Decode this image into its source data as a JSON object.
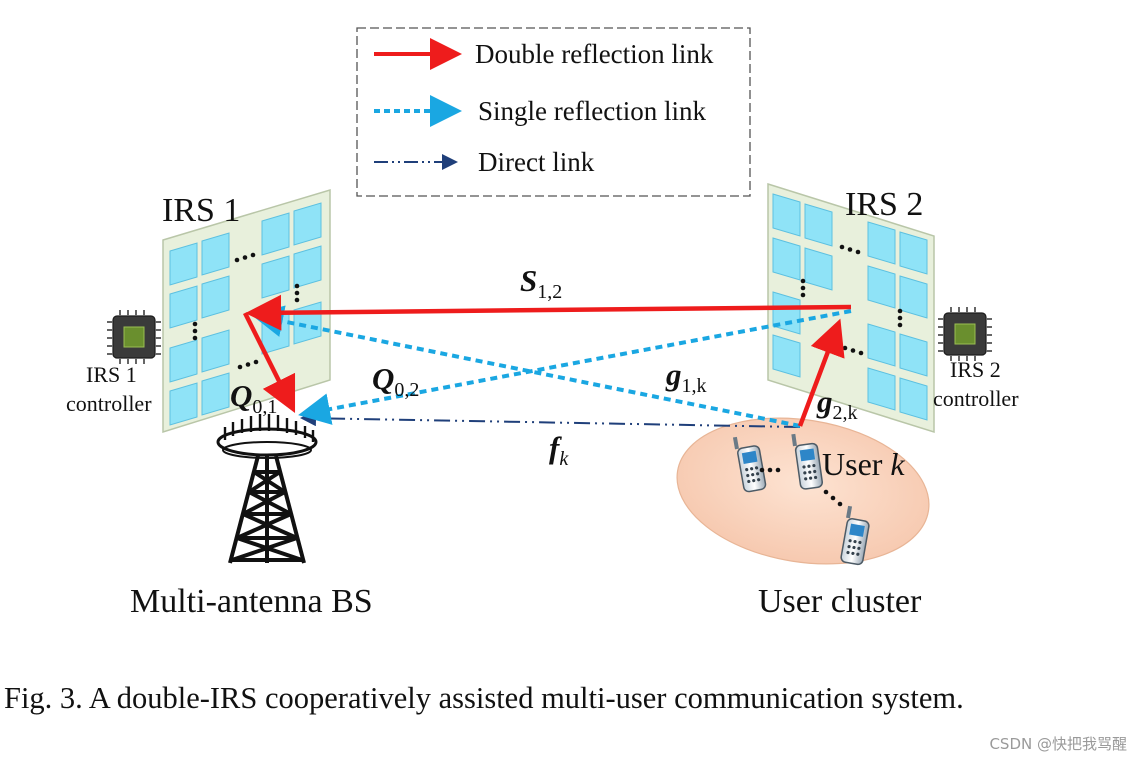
{
  "legend": {
    "double": "Double reflection link",
    "single": "Single reflection link",
    "direct": "Direct link"
  },
  "irs1": {
    "title": "IRS 1",
    "controller_line1": "IRS 1",
    "controller_line2": "controller"
  },
  "irs2": {
    "title": "IRS 2",
    "controller_line1": "IRS 2",
    "controller_line2": "controller"
  },
  "bs": {
    "label": "Multi-antenna BS"
  },
  "users": {
    "cluster_label": "User cluster",
    "user_label": "User",
    "user_index": "k"
  },
  "links": {
    "S12": {
      "sym": "S",
      "sub": "1,2"
    },
    "Q01": {
      "sym": "Q",
      "sub": "0,1"
    },
    "Q02": {
      "sym": "Q",
      "sub": "0,2"
    },
    "g1k": {
      "sym": "g",
      "sub": "1,k"
    },
    "g2k": {
      "sym": "g",
      "sub": "2,k"
    },
    "fk": {
      "sym": "f",
      "sub": "k"
    }
  },
  "colors": {
    "double": "#ee1c1c",
    "single": "#1aa7e2",
    "direct": "#1f3f7a",
    "tile": "#8fe3f7",
    "panel": "#e8f0dc"
  },
  "caption": {
    "text": "Fig. 3.  A double-IRS cooperatively assisted multi-user communication system."
  },
  "watermark": "CSDN @快把我骂醒"
}
